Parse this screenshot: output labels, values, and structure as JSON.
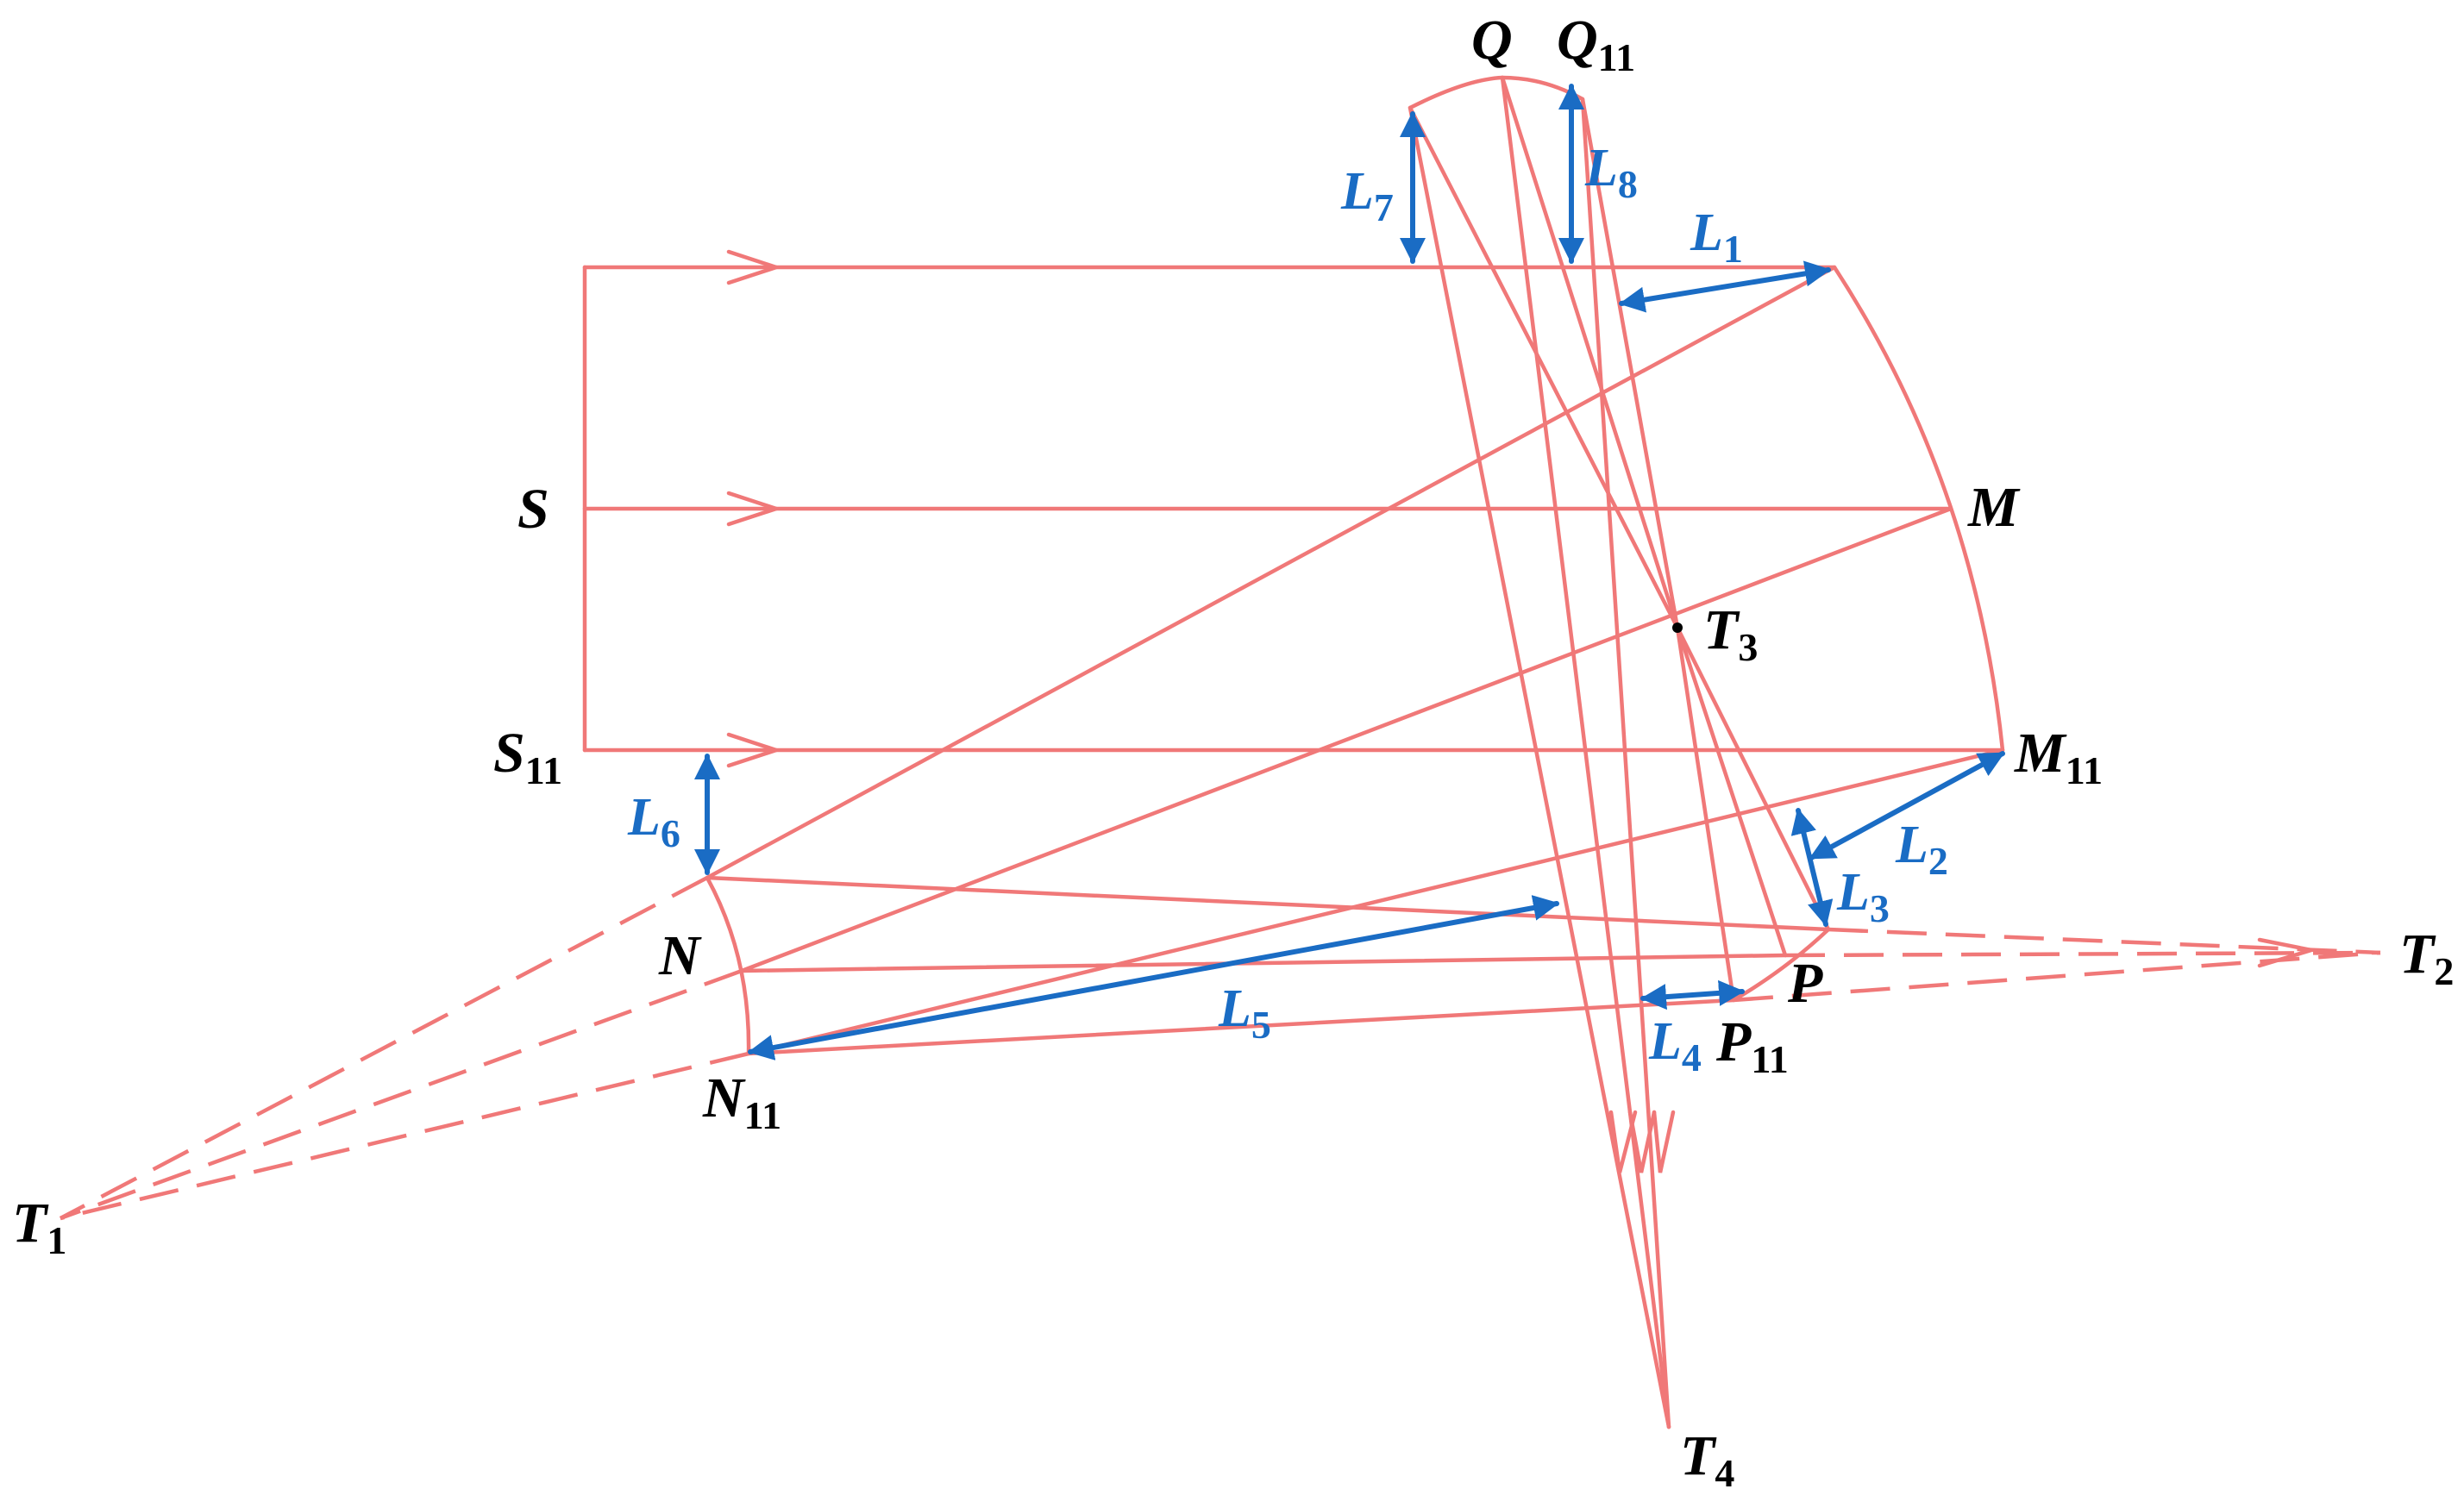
{
  "colors": {
    "ray": "#f07878",
    "dimension": "#1a6cc4",
    "label": "#000000",
    "background": "#ffffff"
  },
  "points": {
    "S": {
      "letter": "S",
      "sub": ""
    },
    "S11": {
      "letter": "S",
      "sub": "11"
    },
    "M": {
      "letter": "M",
      "sub": ""
    },
    "M11": {
      "letter": "M",
      "sub": "11"
    },
    "N": {
      "letter": "N",
      "sub": ""
    },
    "N11": {
      "letter": "N",
      "sub": "11"
    },
    "P": {
      "letter": "P",
      "sub": ""
    },
    "P11": {
      "letter": "P",
      "sub": "11"
    },
    "Q": {
      "letter": "Q",
      "sub": ""
    },
    "Q11": {
      "letter": "Q",
      "sub": "11"
    },
    "T1": {
      "letter": "T",
      "sub": "1"
    },
    "T2": {
      "letter": "T",
      "sub": "2"
    },
    "T3": {
      "letter": "T",
      "sub": "3"
    },
    "T4": {
      "letter": "T",
      "sub": "4"
    }
  },
  "dimensions": {
    "L1": {
      "letter": "L",
      "sub": "1"
    },
    "L2": {
      "letter": "L",
      "sub": "2"
    },
    "L3": {
      "letter": "L",
      "sub": "3"
    },
    "L4": {
      "letter": "L",
      "sub": "4"
    },
    "L5": {
      "letter": "L",
      "sub": "5"
    },
    "L6": {
      "letter": "L",
      "sub": "6"
    },
    "L7": {
      "letter": "L",
      "sub": "7"
    },
    "L8": {
      "letter": "L",
      "sub": "8"
    }
  }
}
